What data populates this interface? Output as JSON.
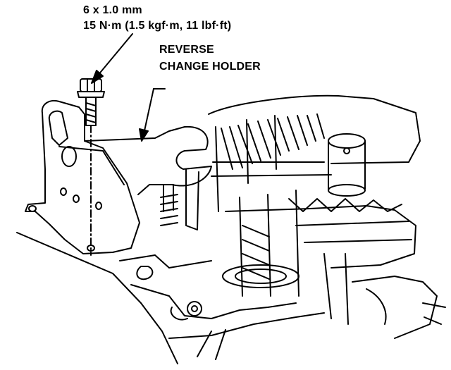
{
  "callouts": {
    "bolt_size": "6 x 1.0 mm",
    "bolt_torque": "15 N·m (1.5 kgf·m, 11 lbf·ft)",
    "part_name_line1": "REVERSE",
    "part_name_line2": "CHANGE HOLDER"
  },
  "style": {
    "ink": "#000000",
    "paper": "#ffffff"
  }
}
